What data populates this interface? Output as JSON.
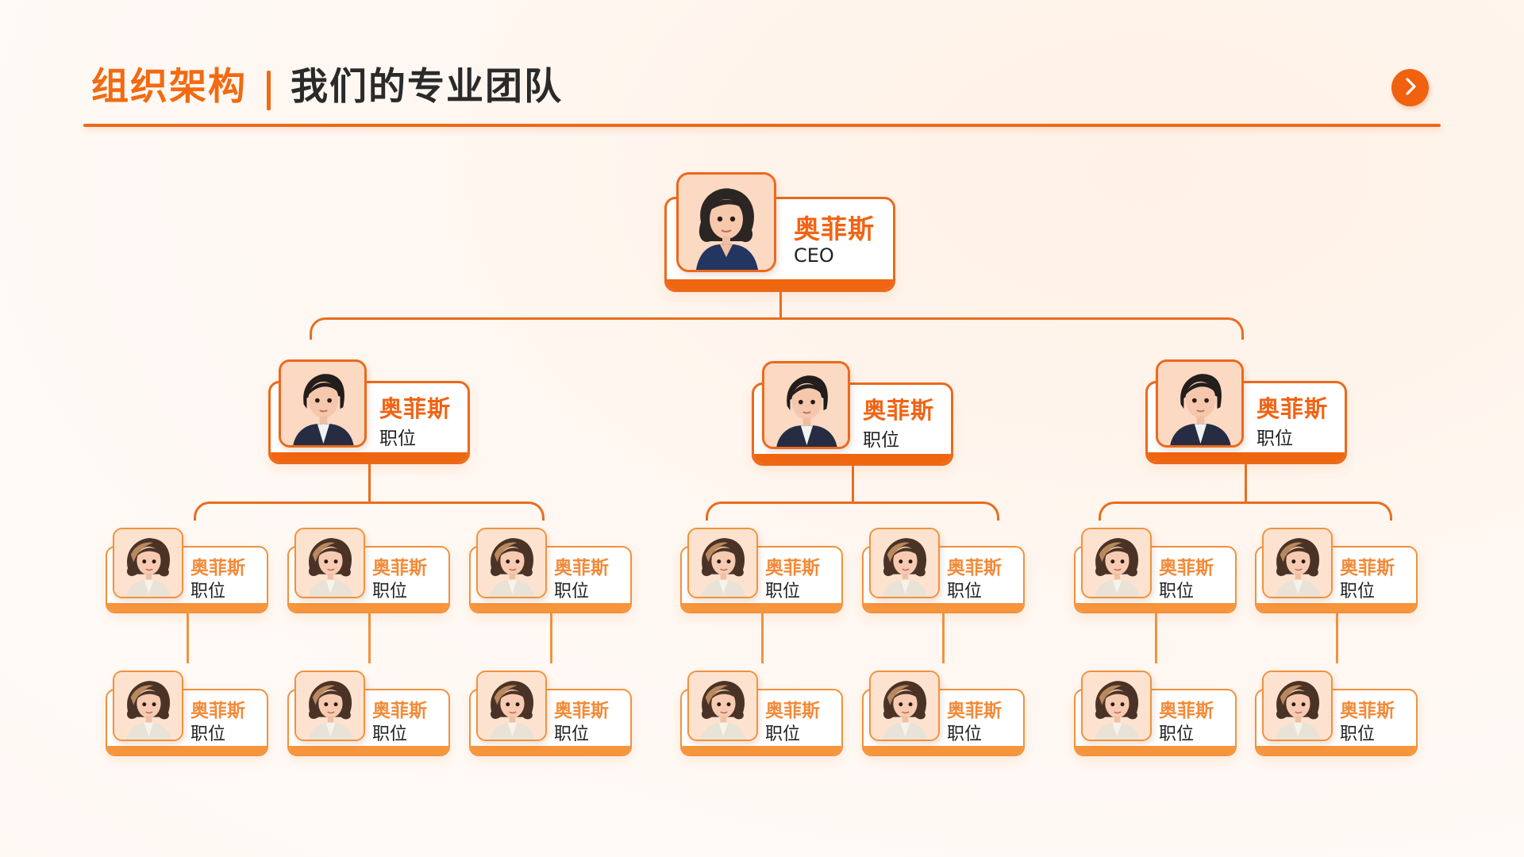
{
  "header": {
    "title": "组织架构",
    "subtitle": "我们的专业团队",
    "next_button": {
      "icon": "chevron-right-icon",
      "glyph": "›"
    }
  },
  "colors": {
    "accent": "#f26a12",
    "accent_light": "#f28a38",
    "title_dark": "#2a2a2a",
    "photo_bg": "#fcdcc6"
  },
  "org": {
    "ceo": {
      "name": "奥菲斯",
      "role": "CEO",
      "avatar": "woman-navy-top"
    },
    "managers": [
      {
        "name": "奥菲斯",
        "role": "职位",
        "avatar": "woman-dark-suit",
        "teams": [
          {
            "lead": {
              "name": "奥菲斯",
              "role": "职位"
            },
            "member": {
              "name": "奥菲斯",
              "role": "职位"
            }
          },
          {
            "lead": {
              "name": "奥菲斯",
              "role": "职位"
            },
            "member": {
              "name": "奥菲斯",
              "role": "职位"
            }
          },
          {
            "lead": {
              "name": "奥菲斯",
              "role": "职位"
            },
            "member": {
              "name": "奥菲斯",
              "role": "职位"
            }
          }
        ]
      },
      {
        "name": "奥菲斯",
        "role": "职位",
        "avatar": "woman-dark-suit",
        "teams": [
          {
            "lead": {
              "name": "奥菲斯",
              "role": "职位"
            },
            "member": {
              "name": "奥菲斯",
              "role": "职位"
            }
          },
          {
            "lead": {
              "name": "奥菲斯",
              "role": "职位"
            },
            "member": {
              "name": "奥菲斯",
              "role": "职位"
            }
          }
        ]
      },
      {
        "name": "奥菲斯",
        "role": "职位",
        "avatar": "woman-dark-suit",
        "teams": [
          {
            "lead": {
              "name": "奥菲斯",
              "role": "职位"
            },
            "member": {
              "name": "奥菲斯",
              "role": "职位"
            }
          },
          {
            "lead": {
              "name": "奥菲斯",
              "role": "职位"
            },
            "member": {
              "name": "奥菲斯",
              "role": "职位"
            }
          }
        ]
      }
    ]
  }
}
